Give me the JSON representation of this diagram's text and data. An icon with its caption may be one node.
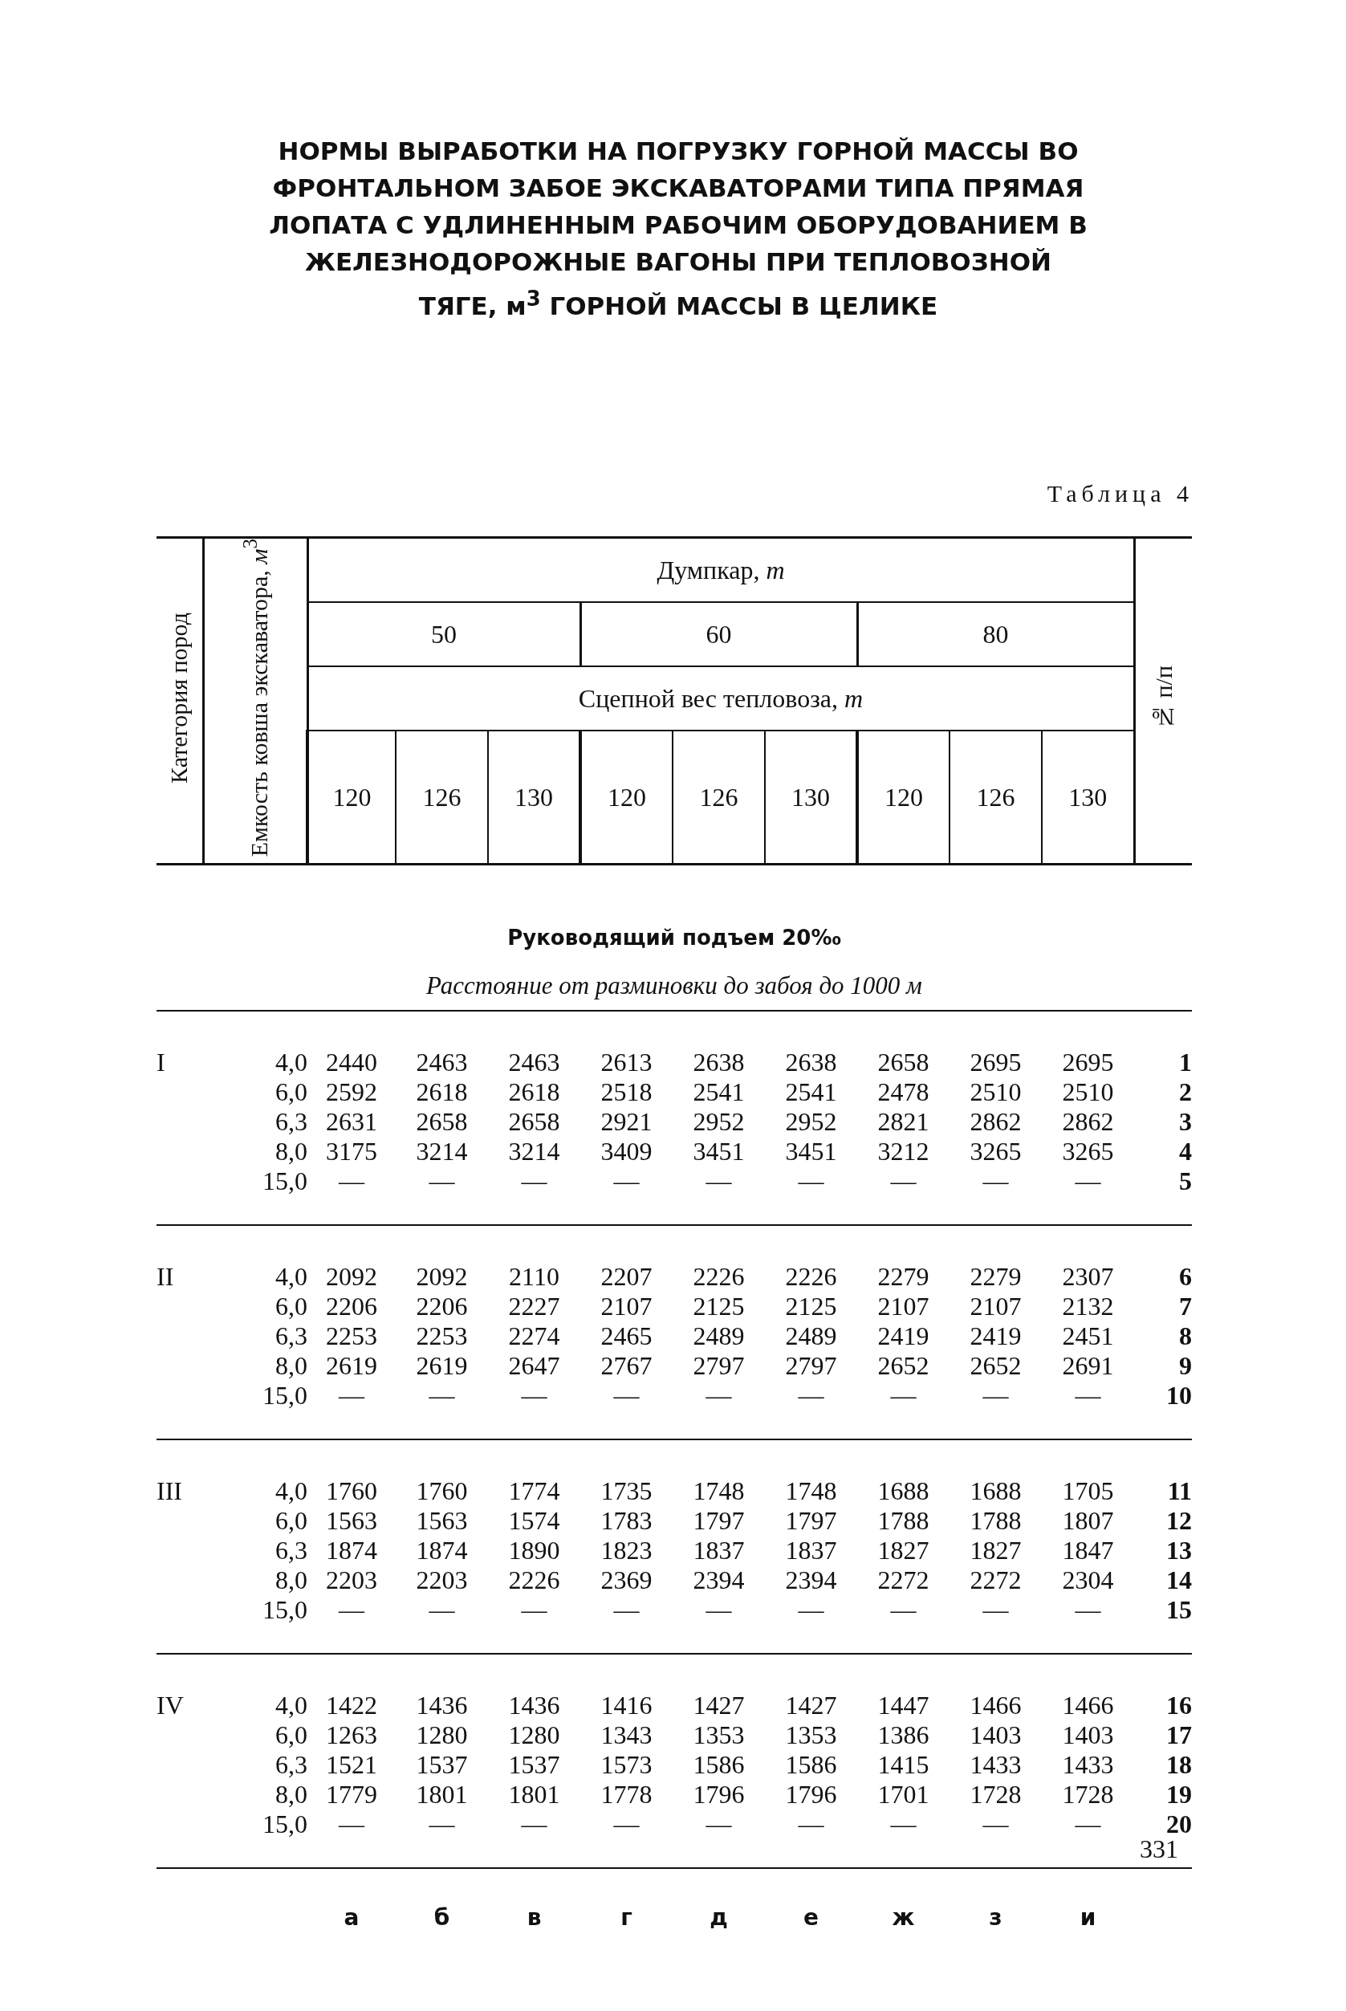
{
  "diagram": {
    "title": "НОРМЫ ВЫРАБОТКИ НА ПОГРУЗКУ ГОРНОЙ МАССЫ ВО ФРОНТАЛЬНОМ ЗАБОЕ ЭКСКАВАТОРАМИ ТИПА ПРЯМАЯ ЛОПАТА С УДЛИНЕННЫМ РАБОЧИМ ОБОРУДОВАНИЕМ В ЖЕЛЕЗНОДОРОЖНЫЕ ВАГОНЫ ПРИ ТЕПЛОВОЗНОЙ ТЯГЕ, м$^{3}$ ГОРНОЙ МАССЫ В ЦЕЛИКЕ",
    "labels": [
      "Таблица 4",
      "Категория пород",
      "Емкость ковша экскаватора, *м*$^{3}$",
      "Думпкар, *т*",
      "50",
      "60",
      "80",
      "Сцепной вес тепловоза, *т*",
      "120",
      "126",
      "130",
      "120",
      "126",
      "130",
      "120",
      "126",
      "130",
      "№ п/п",
      "Руководящий подъем 20‰",
      "Расстояние от разминовки до забоя до 1000 м",
      "I",
      "4,0",
      "2440",
      "2463",
      "2463",
      "2613",
      "2638",
      "2638",
      "2658",
      "2695",
      "2695",
      "1",
      "6,0",
      "2592",
      "2618",
      "2618",
      "2518",
      "2541",
      "2541",
      "2478",
      "2510",
      "2510",
      "2",
      "6,3",
      "2631",
      "2658",
      "2658",
      "2921",
      "2952",
      "2952",
      "2821",
      "2862",
      "2862",
      "3",
      "8,0",
      "3175",
      "3214",
      "3214",
      "3409",
      "3451",
      "3451",
      "3212",
      "3265",
      "3265",
      "4",
      "15,0",
      "—",
      "—",
      "—",
      "—",
      "—",
      "—",
      "—",
      "—",
      "—",
      "5",
      "II",
      "4,0",
      "2092",
      "2092",
      "2110",
      "2207",
      "2226",
      "2226",
      "2279",
      "2279",
      "2307",
      "6",
      "6,0",
      "2206",
      "2206",
      "2227",
      "2107",
      "2125",
      "2125",
      "2107",
      "2107",
      "2132",
      "7",
      "6,3",
      "2253",
      "2253",
      "2274",
      "2465",
      "2489",
      "2489",
      "2419",
      "2419",
      "2451",
      "8",
      "8,0",
      "2619",
      "2619",
      "2647",
      "2767",
      "2797",
      "2797",
      "2652",
      "2652",
      "2691",
      "9",
      "15,0",
      "—",
      "—",
      "—",
      "—",
      "—",
      "—",
      "—",
      "—",
      "—",
      "10",
      "III",
      "4,0",
      "1760",
      "1760",
      "1774",
      "1735",
      "1748",
      "1748",
      "1688",
      "1688",
      "1705",
      "11",
      "6,0",
      "1563",
      "1563",
      "1574",
      "1783",
      "1797",
      "1797",
      "1788",
      "1788",
      "1807",
      "12",
      "6,3",
      "1874",
      "1874",
      "1890",
      "1823",
      "1837",
      "1837",
      "1827",
      "1827",
      "1847",
      "13",
      "8,0",
      "2203",
      "2203",
      "2226",
      "2369",
      "2394",
      "2394",
      "2272",
      "2272",
      "2304",
      "14",
      "15,0",
      "—",
      "—",
      "—",
      "—",
      "—",
      "—",
      "—",
      "—",
      "—",
      "15",
      "IV",
      "4,0",
      "1422",
      "1436",
      "1436",
      "1416",
      "1427",
      "1427",
      "1447",
      "1466",
      "1466",
      "16",
      "6,0",
      "1263",
      "1280",
      "1280",
      "1343",
      "1353",
      "1353",
      "1386",
      "1403",
      "1403",
      "17",
      "6,3",
      "1521",
      "1537",
      "1537",
      "1573",
      "1586",
      "1586",
      "1415",
      "1433",
      "1433",
      "18",
      "8,0",
      "1779",
      "1801",
      "1801",
      "1778",
      "1796",
      "1796",
      "1701",
      "1728",
      "1728",
      "19",
      "15,0",
      "—",
      "—",
      "—",
      "—",
      "—",
      "—",
      "—",
      "—",
      "—",
      "20",
      "а",
      "б",
      "в",
      "г",
      "д",
      "е",
      "ж",
      "з",
      "и",
      "331"
    ]
  }
}
